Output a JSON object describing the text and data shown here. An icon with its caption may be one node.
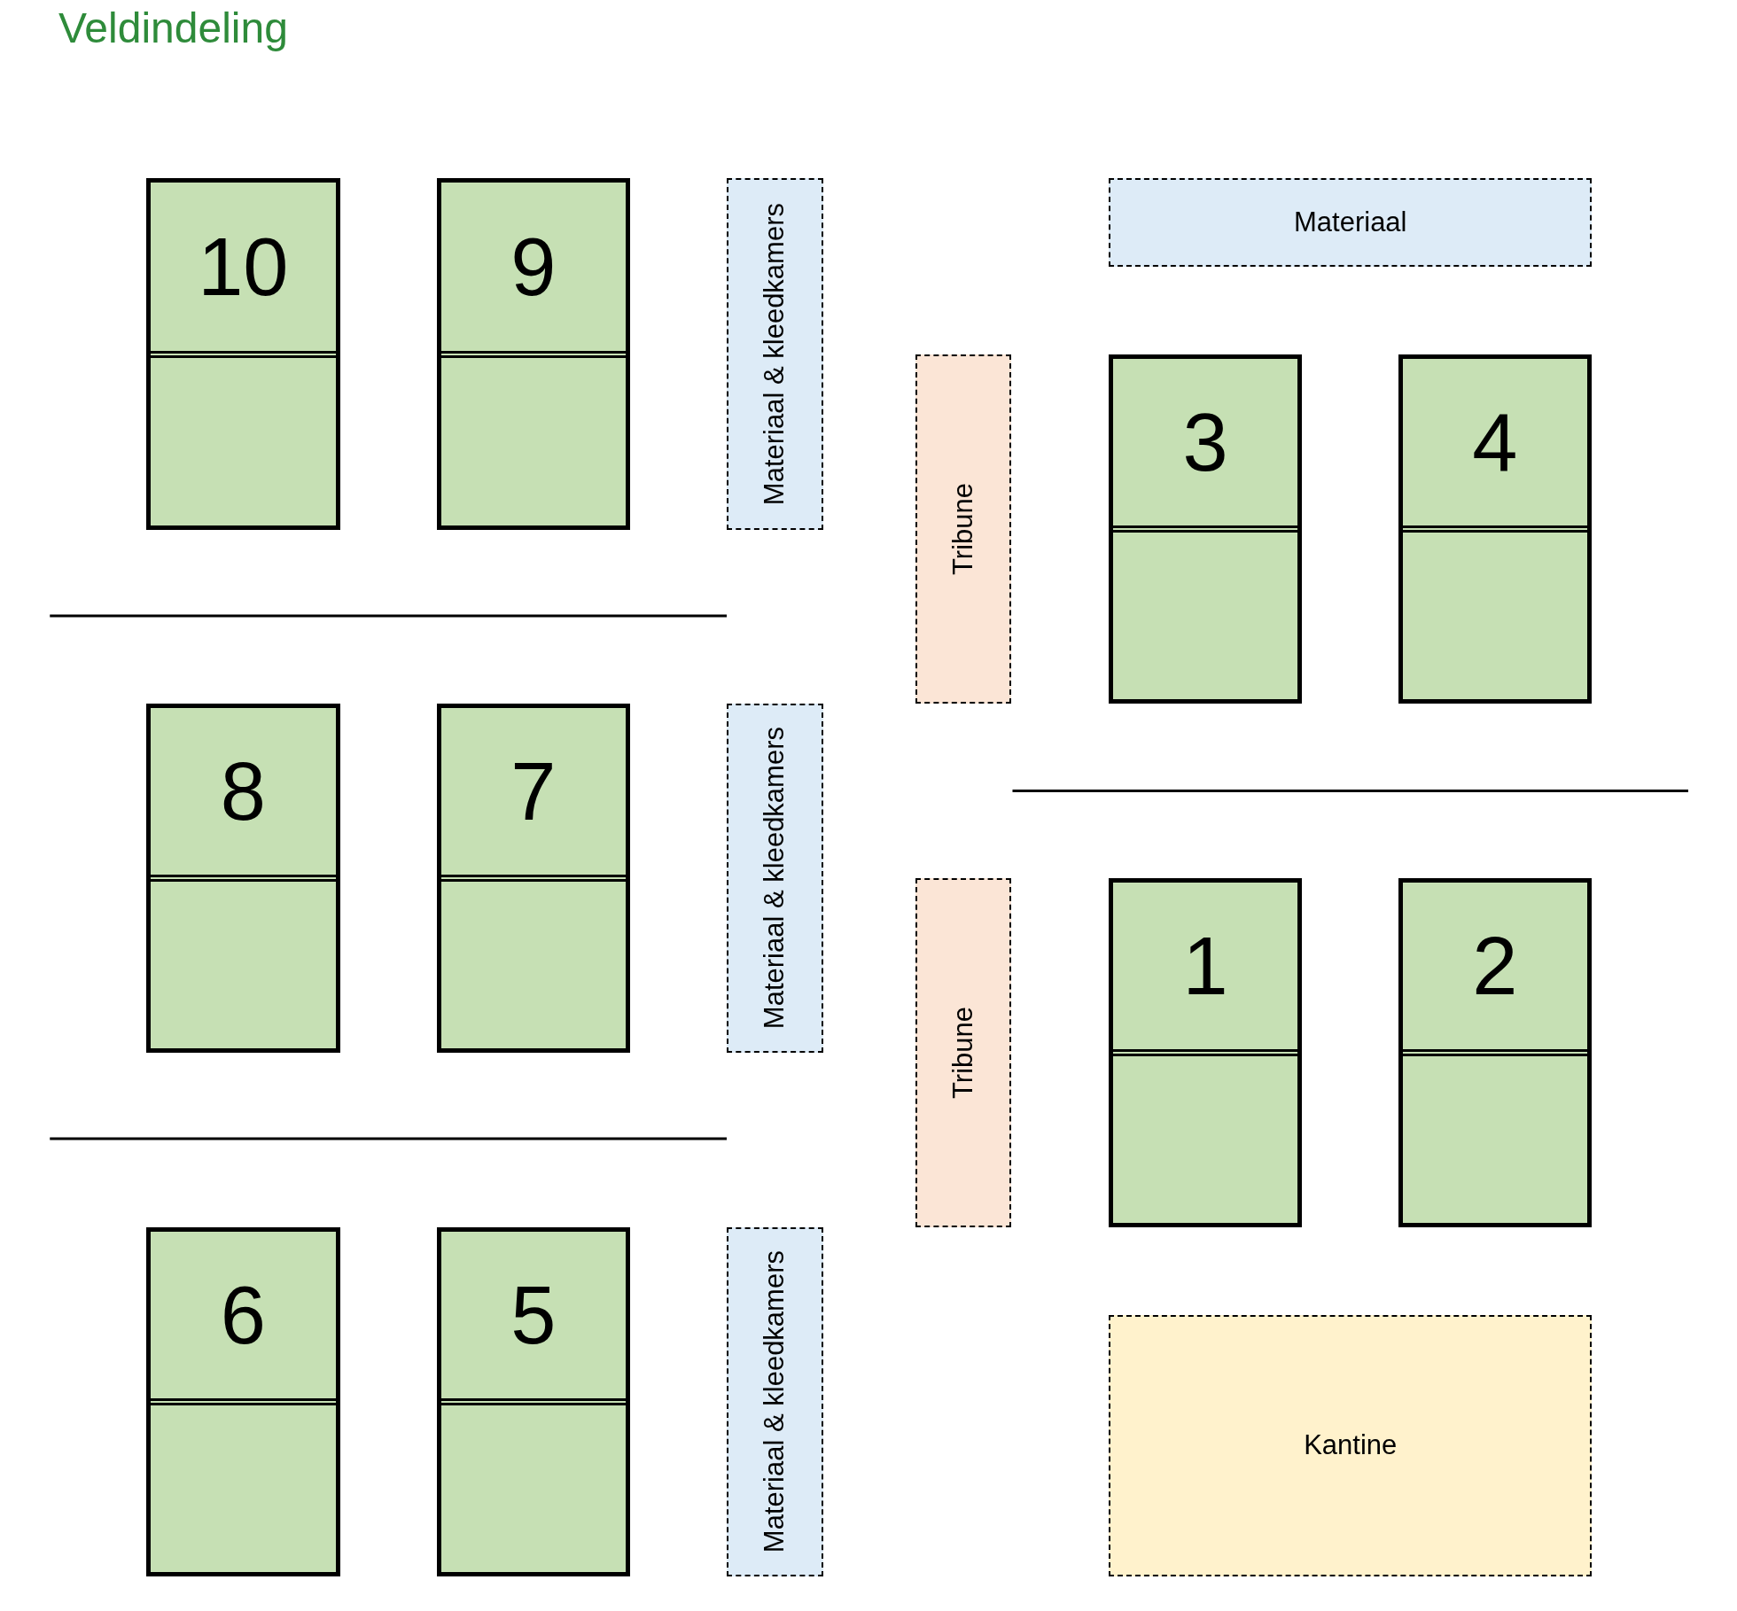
{
  "diagram": {
    "title": "Veldindeling",
    "nodes": [
      {
        "text": [
          "10"
        ]
      },
      {
        "text": [
          "9"
        ]
      },
      {
        "text": [
          "Materiaal & kleedkamers"
        ]
      },
      {
        "text": [
          "Materiaal"
        ]
      },
      {
        "text": [
          "Tribune"
        ]
      },
      {
        "text": [
          "3"
        ]
      },
      {
        "text": [
          "4"
        ]
      },
      {
        "text": [
          "8"
        ]
      },
      {
        "text": [
          "7"
        ]
      },
      {
        "text": [
          "Materiaal & kleedkamers"
        ]
      },
      {
        "text": [
          "Tribune"
        ]
      },
      {
        "text": [
          "1"
        ]
      },
      {
        "text": [
          "2"
        ]
      },
      {
        "text": [
          "6"
        ]
      },
      {
        "text": [
          "5"
        ]
      },
      {
        "text": [
          "Materiaal & kleedkamers"
        ]
      },
      {
        "text": [
          "Kantine"
        ]
      }
    ],
    "edges": []
  }
}
